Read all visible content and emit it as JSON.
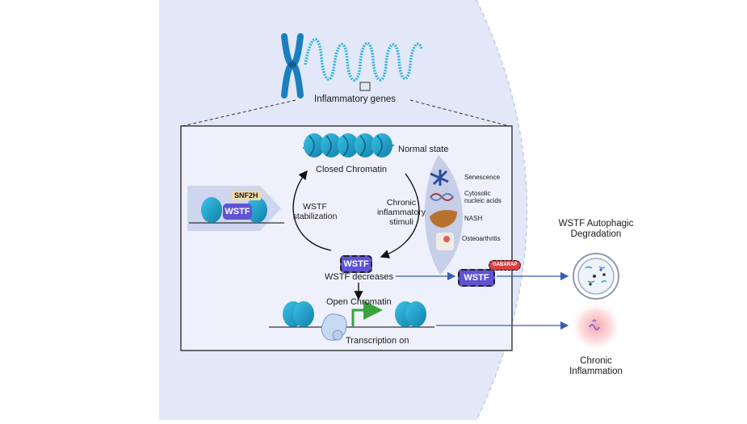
{
  "header": {
    "genes_label": "Inflammatory genes"
  },
  "chromatin": {
    "normal_state": "Normal state",
    "closed": "Closed Chromatin",
    "open": "Open Chromatin",
    "transcription": "Transcription on"
  },
  "cycle": {
    "left_l1": "WSTF",
    "left_l2": "stabilization",
    "right_l1": "Chronic",
    "right_l2": "inflammatory",
    "right_l3": "stimuli",
    "decreases": "WSTF decreases"
  },
  "complex": {
    "snf2h": "SNF2H",
    "wstf": "WSTF"
  },
  "stimuli": [
    "Senescence",
    "Cytosolic nucleic acids",
    "NASH",
    "Osteoarthritis"
  ],
  "stimuli_lines": {
    "cyt1": "Cytosolic",
    "cyt2": "nucleic acids"
  },
  "degradation": {
    "gabarap": "GABARAP",
    "wstf": "WSTF",
    "title_l1": "WSTF Autophagic",
    "title_l2": "Degradation"
  },
  "outcome": {
    "l1": "Chronic",
    "l2": "Inflammation"
  },
  "colors": {
    "cell_bg": "#e2e8f8",
    "wstf": "#5e54d2",
    "nucleosome": "#1fa0c8",
    "arrow": "#3b5bb5",
    "gabarap": "#d94141",
    "promoter": "#3aa23a"
  }
}
